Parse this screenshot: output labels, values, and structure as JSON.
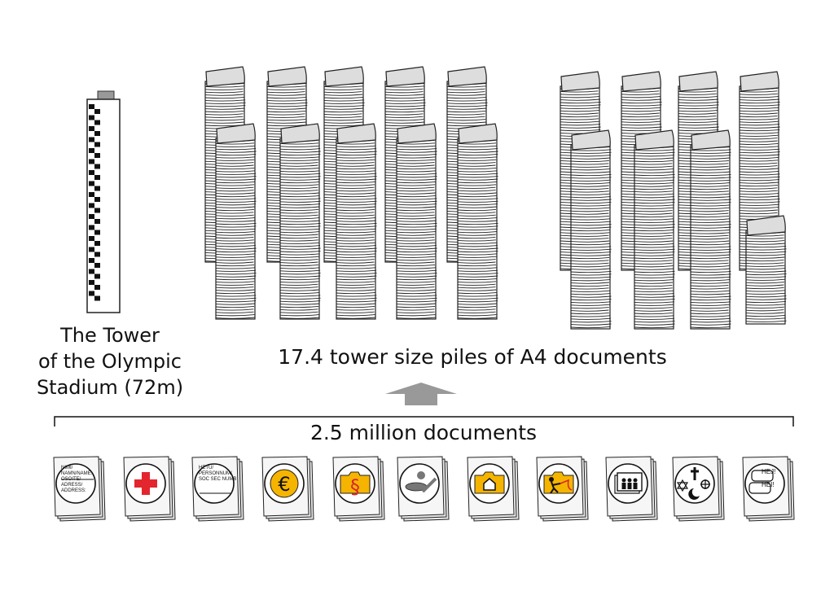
{
  "tower": {
    "caption_lines": [
      "The Tower",
      "of the Olympic",
      "Stadium (72m)"
    ]
  },
  "piles": {
    "caption": "17.4 tower size piles of A4 documents",
    "full_piles": 17,
    "partial_pile_fraction": 0.4
  },
  "documents": {
    "caption": "2.5 million documents",
    "categories": [
      {
        "icon": "id-form-icon",
        "lines": [
          "NIMI/",
          "NAMN/NAME:",
          "OSOITE/",
          "ADRESS/",
          "ADDRESS:"
        ]
      },
      {
        "icon": "red-cross-icon"
      },
      {
        "icon": "social-security-form-icon",
        "lines": [
          "HETU/",
          "PERSONNUM/",
          "SOC SEC NUMB"
        ]
      },
      {
        "icon": "euro-icon",
        "symbol": "€"
      },
      {
        "icon": "law-folder-icon",
        "symbol": "§"
      },
      {
        "icon": "food-icon"
      },
      {
        "icon": "housing-folder-icon"
      },
      {
        "icon": "work-folder-icon"
      },
      {
        "icon": "family-photo-icon"
      },
      {
        "icon": "religion-icon"
      },
      {
        "icon": "language-bubbles-icon",
        "lines": [
          "HEJ!",
          "HEI!"
        ]
      }
    ]
  },
  "colors": {
    "ink": "#111111",
    "pile_top": "#dddddd",
    "arrow": "#999999",
    "red_cross": "#e3262d",
    "folder_yellow": "#f5b400",
    "euro_gold": "#f5b400"
  }
}
